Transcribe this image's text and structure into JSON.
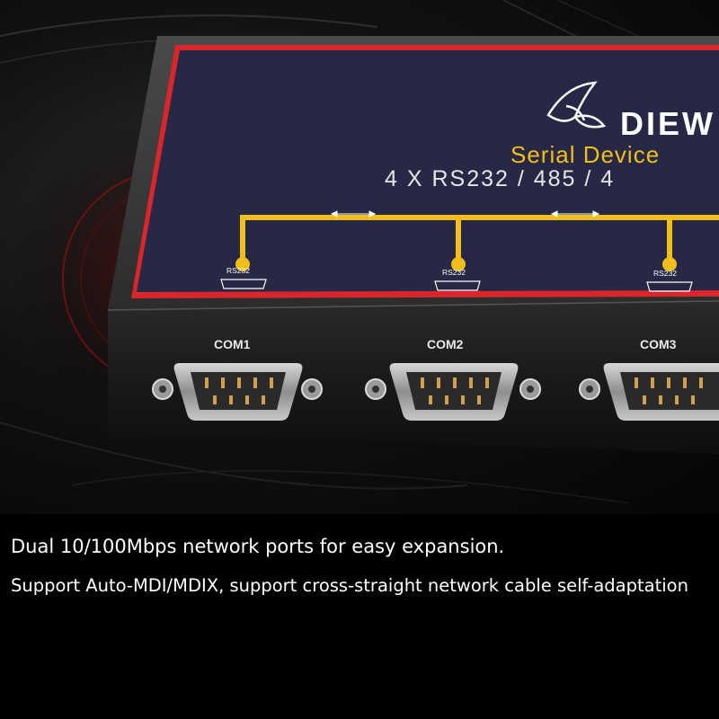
{
  "product": {
    "brand": "DIEW",
    "subtitle": "Serial Device",
    "spec": "4 X RS232 / 485 / 4",
    "port_labels": [
      "RS232",
      "RS232",
      "RS232"
    ],
    "com_labels": [
      "COM1",
      "COM2",
      "COM3"
    ]
  },
  "caption": {
    "line1": "Dual 10/100Mbps network ports for easy expansion.",
    "line2": "Support Auto-MDI/MDIX, support cross-straight network cable self-adaptation"
  },
  "colors": {
    "panel": "#262846",
    "accent_yellow": "#f2be1a",
    "border_red": "#d8262a",
    "body": "#1b1b1b"
  }
}
